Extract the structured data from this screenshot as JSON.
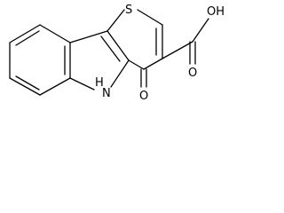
{
  "structure": {
    "atoms": {
      "sulfur": "S",
      "carboxyl_oh": "OH",
      "carboxyl_o": "O",
      "ketone_o": "O",
      "nh_h": "H",
      "nh_n": "N"
    }
  }
}
